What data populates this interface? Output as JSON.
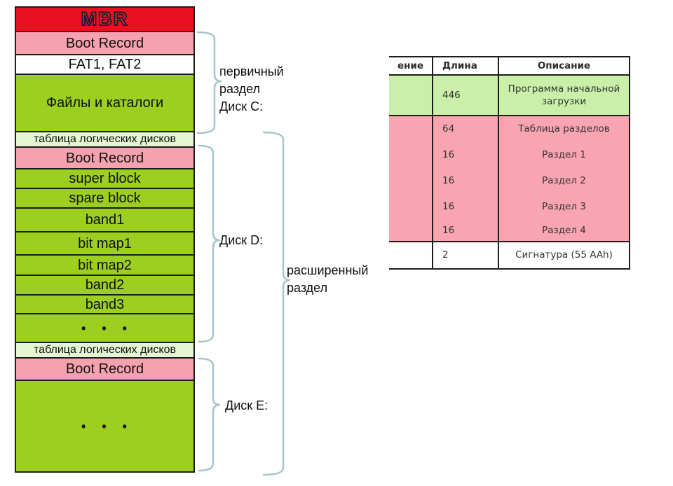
{
  "colors": {
    "mbr-red": "#e9111f",
    "pink": "#f5a2ae",
    "green": "#9ccf1f",
    "lightgreen": "#e5f6d3",
    "tbl-green": "#c9efa8",
    "tbl-pink": "#f8a4b1",
    "brace": "#a6c5cd",
    "border": "#1c1c1c"
  },
  "diagram": {
    "blocks": [
      {
        "label": "MBR",
        "style": "mbr",
        "h": 37
      },
      {
        "label": "Boot Record",
        "style": "pink",
        "h": 35
      },
      {
        "label": "FAT1, FAT2",
        "style": "white",
        "h": 30
      },
      {
        "label": "Файлы и каталоги",
        "style": "green",
        "h": 84
      },
      {
        "label": "таблица логических дисков",
        "style": "lightgreen small",
        "h": 24
      },
      {
        "label": "Boot Record",
        "style": "pink",
        "h": 33
      },
      {
        "label": "super block",
        "style": "green",
        "h": 30
      },
      {
        "label": "spare block",
        "style": "green",
        "h": 30
      },
      {
        "label": "band1",
        "style": "green",
        "h": 36
      },
      {
        "label": "bit map1",
        "style": "green",
        "h": 35
      },
      {
        "label": "bit map2",
        "style": "green",
        "h": 31
      },
      {
        "label": "band2",
        "style": "green",
        "h": 30
      },
      {
        "label": "band3",
        "style": "green",
        "h": 29
      },
      {
        "label": "• • •",
        "style": "green dots",
        "h": 43
      },
      {
        "label": "таблица логических дисков",
        "style": "lightgreen small",
        "h": 24
      },
      {
        "label": "Boot Record",
        "style": "pink",
        "h": 34
      },
      {
        "label": "• • •",
        "style": "green dots",
        "h": 133
      }
    ]
  },
  "annotations": {
    "primary": {
      "line1": "первичный",
      "line2": "раздел",
      "line3": "Диск C:"
    },
    "disk_d": "Диск D:",
    "extended": {
      "line1": "расширенный",
      "line2": "раздел"
    },
    "disk_e": "Диск E:"
  },
  "table": {
    "headers": {
      "offset": "ение",
      "length": "Длина",
      "description": "Описание"
    },
    "rows": [
      {
        "offset": "",
        "length": "446",
        "desc": "Программа начальной загрузки",
        "style": "tgreen",
        "h": 56,
        "divider": true
      },
      {
        "offset": "",
        "length": "64",
        "desc": "Таблица разделов",
        "style": "tpink",
        "h": 37
      },
      {
        "offset": "",
        "length": "16",
        "desc": "Раздел 1",
        "style": "tpink",
        "h": 37
      },
      {
        "offset": "",
        "length": "16",
        "desc": "Раздел 2",
        "style": "tpink",
        "h": 37
      },
      {
        "offset": "",
        "length": "16",
        "desc": "Раздел 3",
        "style": "tpink",
        "h": 37
      },
      {
        "offset": "",
        "length": "16",
        "desc": "Раздел 4",
        "style": "tpink",
        "h": 30,
        "divider": true
      },
      {
        "offset": "",
        "length": "2",
        "desc": "Сигнатура (55 AAh)",
        "style": "twhite",
        "h": 37
      }
    ]
  }
}
